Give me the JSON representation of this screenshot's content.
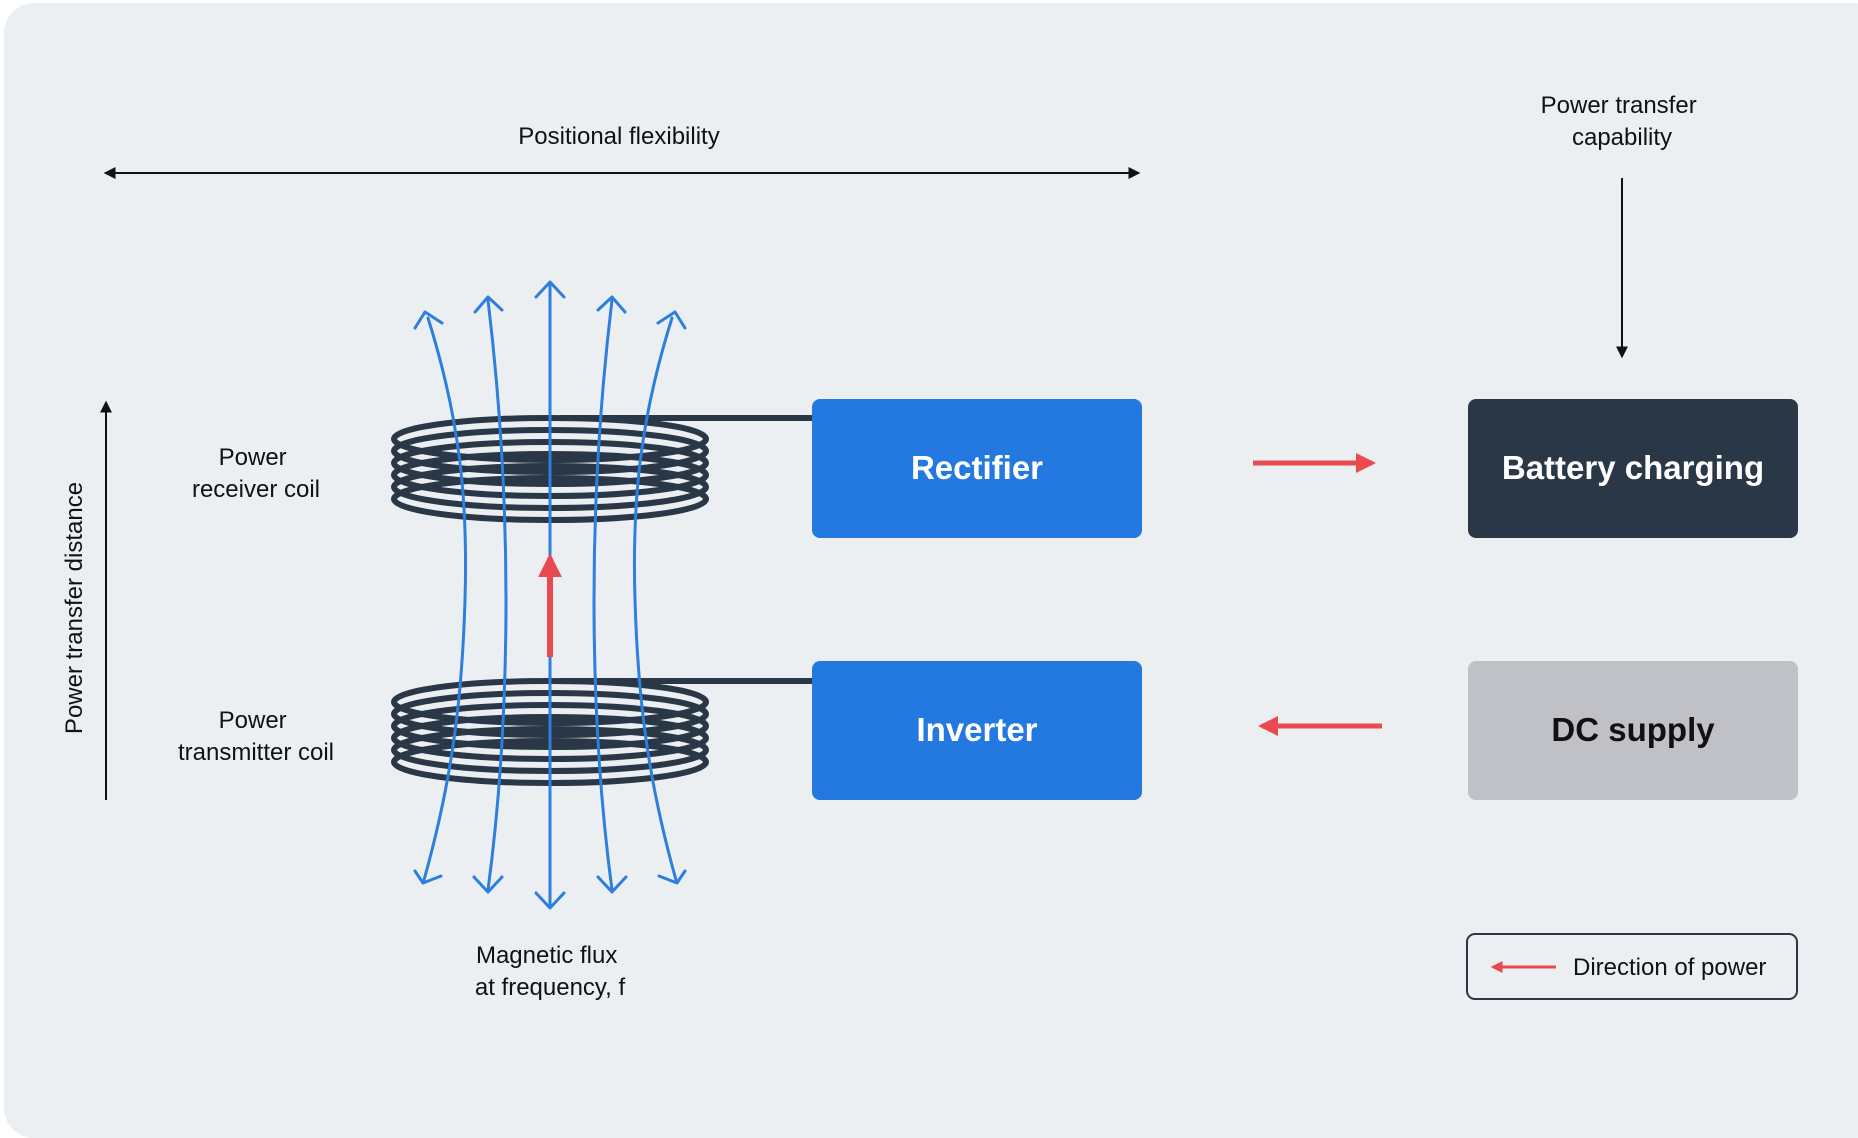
{
  "labels": {
    "positional_flexibility": "Positional flexibility",
    "power_transfer_capability": [
      "Power transfer",
      "capability"
    ],
    "power_transfer_distance": "Power transfer distance",
    "receiver_coil": [
      "Power",
      "receiver coil"
    ],
    "transmitter_coil": [
      "Power",
      "transmitter coil"
    ],
    "magnetic_flux": [
      "Magnetic flux",
      "at frequency, f"
    ]
  },
  "boxes": {
    "rectifier": "Rectifier",
    "inverter": "Inverter",
    "battery_charging": "Battery charging",
    "dc_supply": "DC supply"
  },
  "legend": {
    "direction_of_power": "Direction of power"
  },
  "colors": {
    "background": "#ECEFF2",
    "blue_box": "#2479E0",
    "dark_box": "#2A3746",
    "grey_box": "#C0C0C7",
    "coil": "#2A3746",
    "flux": "#2C7FDD",
    "power_arrow": "#E84A4F"
  }
}
